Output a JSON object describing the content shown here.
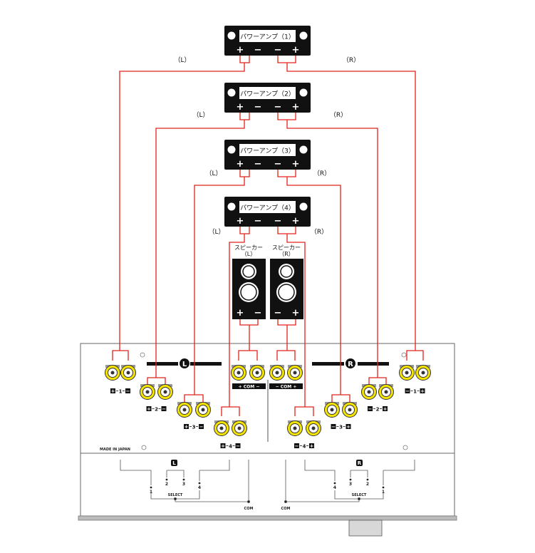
{
  "amps": [
    {
      "label": "パワーアンプ（1）",
      "left_label": "（L）",
      "right_label": "（R）"
    },
    {
      "label": "パワーアンプ（2）",
      "left_label": "（L）",
      "right_label": "（R）"
    },
    {
      "label": "パワーアンプ（3）",
      "left_label": "（L）",
      "right_label": "（R）"
    },
    {
      "label": "パワーアンプ（4）",
      "left_label": "（L）",
      "right_label": "（R）"
    }
  ],
  "amp_terminals": {
    "plus": "+",
    "minus": "−"
  },
  "speakers": [
    {
      "label_line1": "スピーカー",
      "label_line2": "（L）"
    },
    {
      "label_line1": "スピーカー",
      "label_line2": "（R）"
    }
  ],
  "panel": {
    "left_channel": "L",
    "right_channel": "R",
    "com_left": "+ COM −",
    "com_right": "− COM +",
    "made_in": "MADE IN JAPAN",
    "select": "SELECT",
    "com": "COM",
    "left_pairs": [
      "1",
      "2",
      "3",
      "4"
    ],
    "right_pairs": [
      "1",
      "2",
      "3",
      "4"
    ],
    "left_select_numbers": [
      "1",
      "2",
      "3",
      "4"
    ],
    "right_select_numbers": [
      "4",
      "3",
      "2",
      "1"
    ]
  },
  "colors": {
    "wire": "#e2231a",
    "rca": "#f5e400",
    "panel_line": "#555555"
  }
}
